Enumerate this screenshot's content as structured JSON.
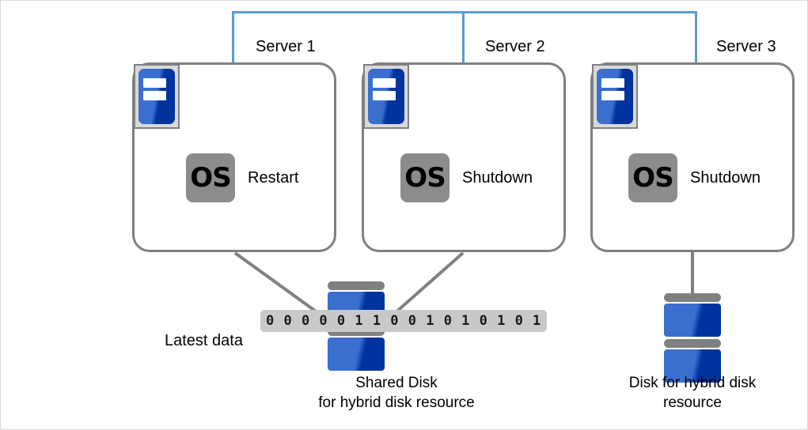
{
  "diagram": {
    "title": "Hybrid disk resource server cluster diagram",
    "colors": {
      "bracket": "#5b9bd5",
      "box_border": "#808080",
      "connector": "#808080",
      "disk_blue_light": "#3a6fd0",
      "disk_blue_dark": "#00339e",
      "os_icon_bg": "#8c8c8c",
      "binary_bg": "#c9c9c9"
    },
    "servers": [
      {
        "name": "Server 1",
        "os_icon_text": "OS",
        "state": "Restart"
      },
      {
        "name": "Server 2",
        "os_icon_text": "OS",
        "state": "Shutdown"
      },
      {
        "name": "Server 3",
        "os_icon_text": "OS",
        "state": "Shutdown"
      }
    ],
    "latest_data": {
      "label": "Latest data",
      "binary_rows": "0 0 0 0\n0 1 1 0\n0 1 0 1\n0 1 0 1"
    },
    "disks": [
      {
        "id": "shared-disk",
        "label": "Shared  Disk\n for hybrid disk resource"
      },
      {
        "id": "server3-disk",
        "label": "Disk for hybrid disk\nresource"
      }
    ]
  }
}
